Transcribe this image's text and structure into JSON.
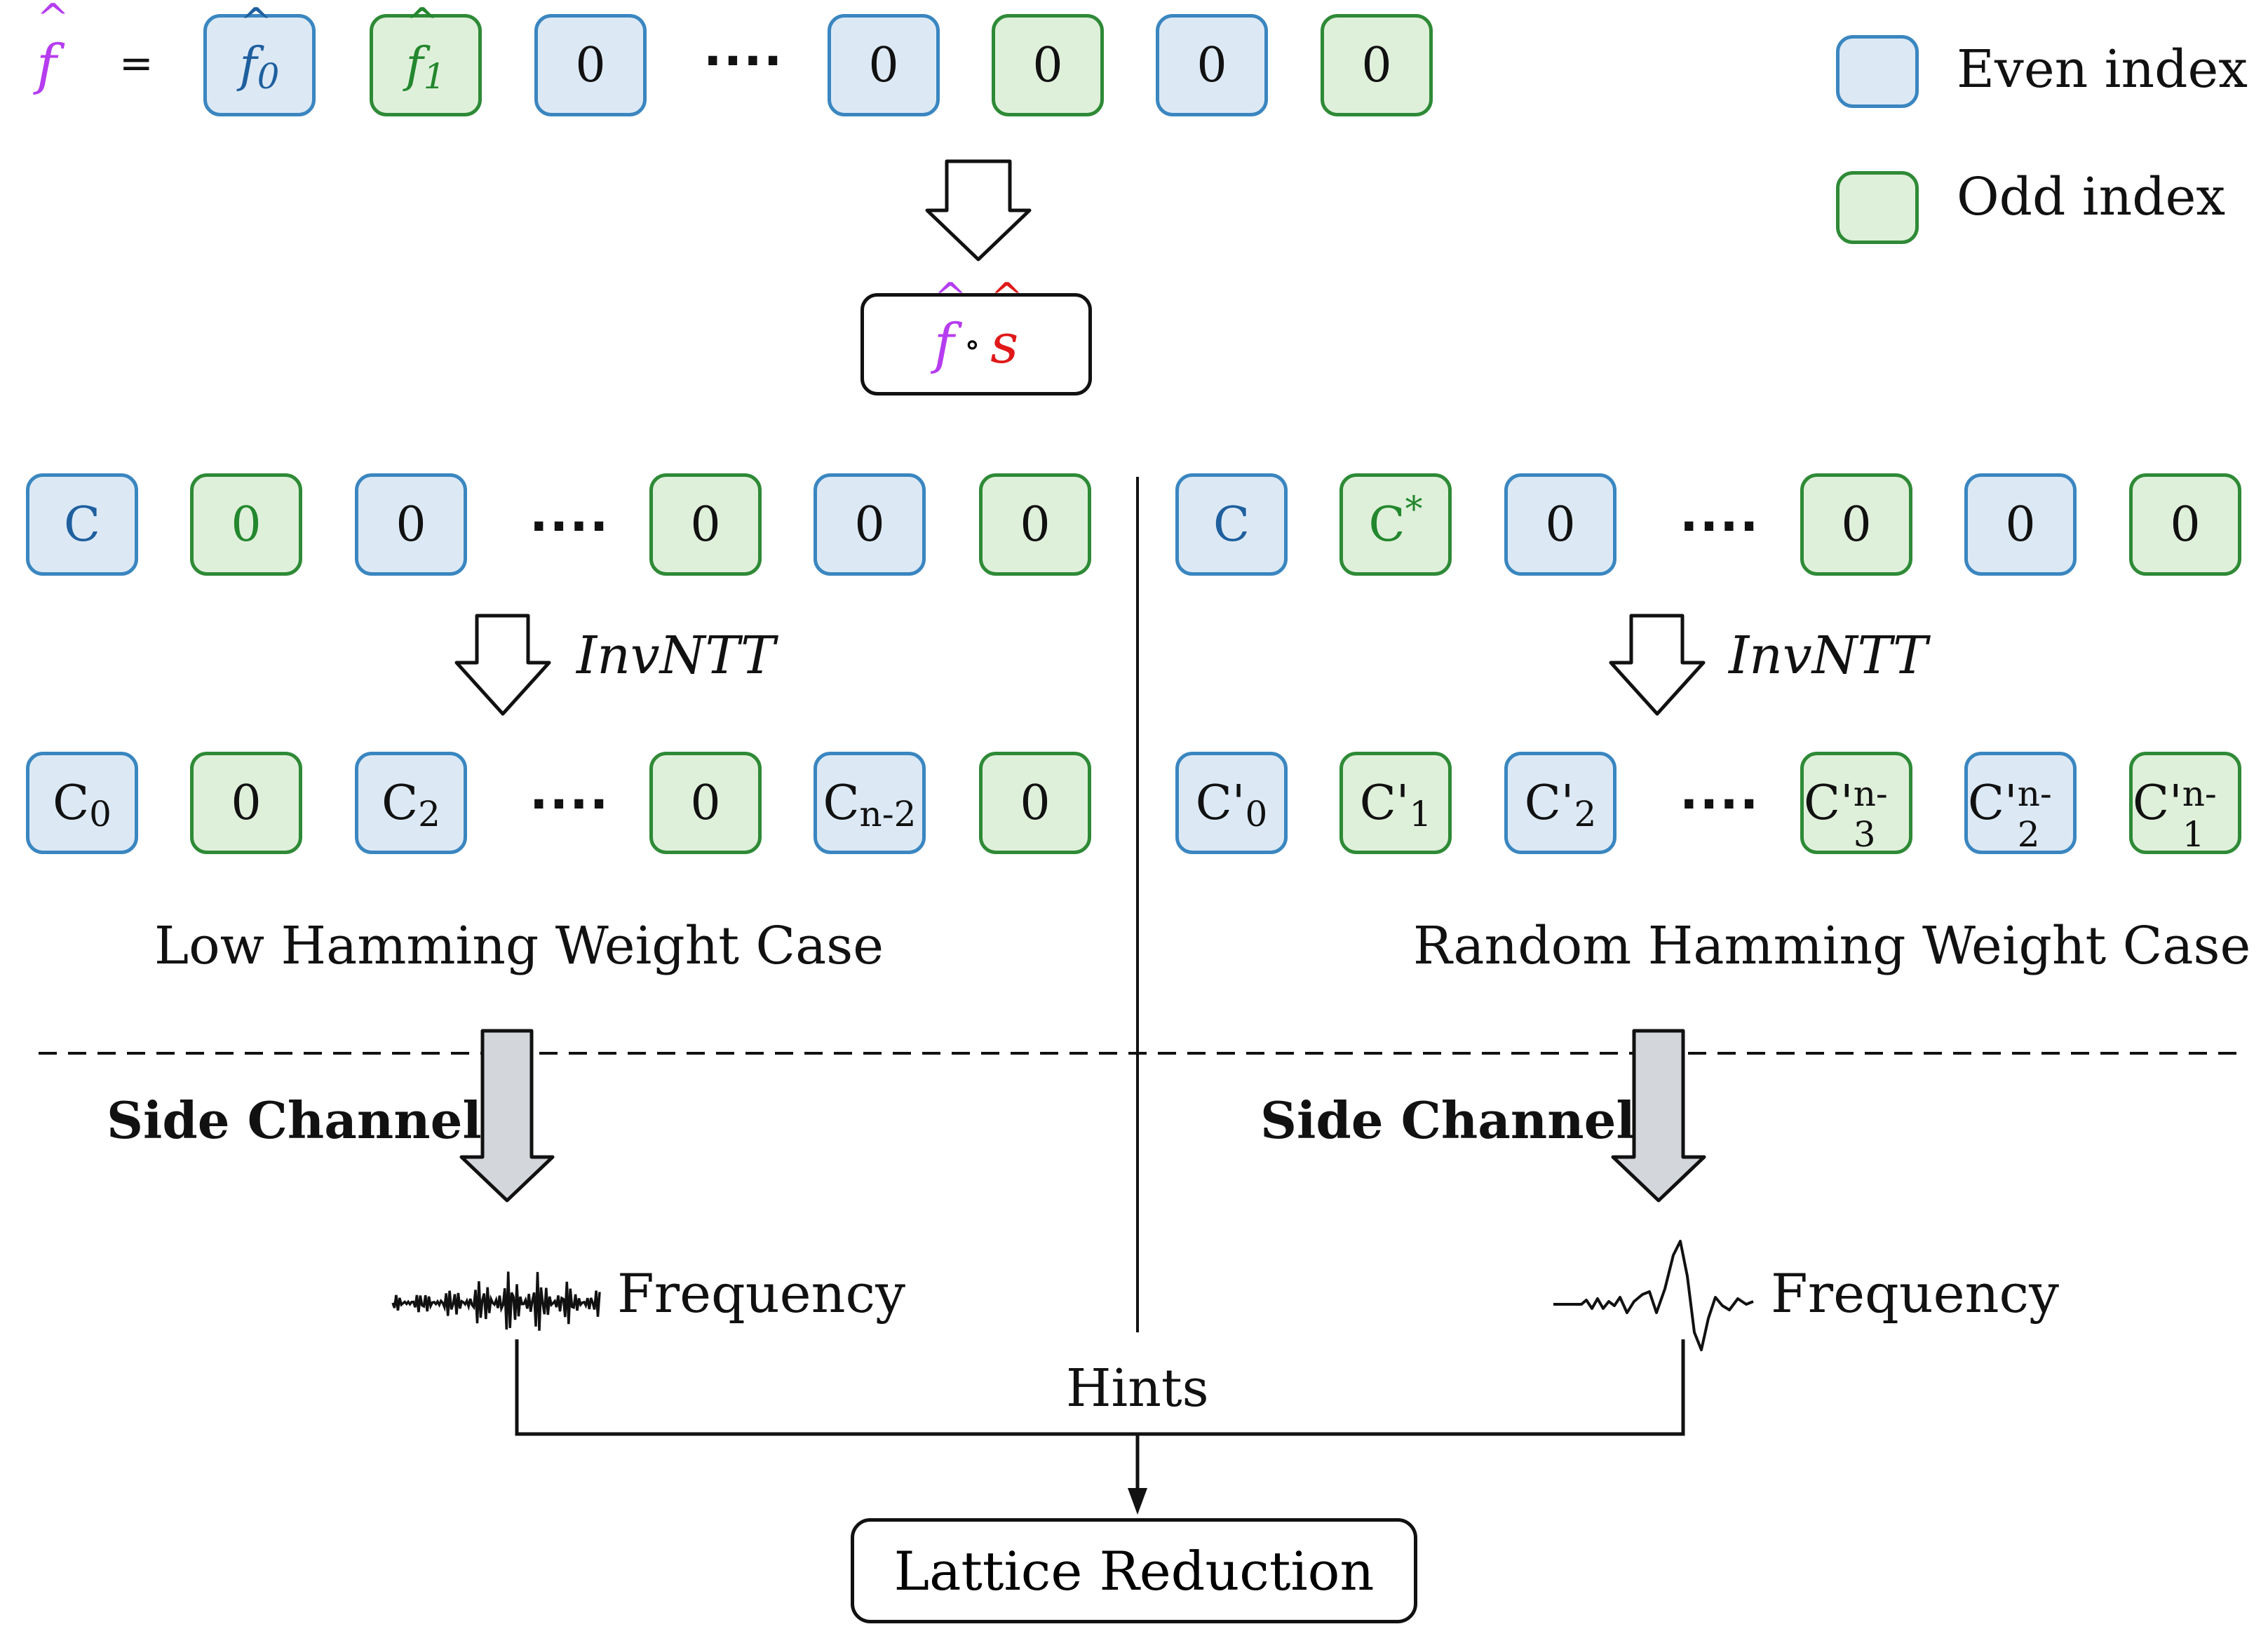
{
  "top_row": {
    "lhs": "f",
    "equals": "=",
    "cells": [
      {
        "text": "f",
        "sub": "0",
        "kind": "even",
        "hat": true
      },
      {
        "text": "f",
        "sub": "1",
        "kind": "odd",
        "hat": true
      },
      {
        "text": "0",
        "kind": "even"
      },
      {
        "text": "0",
        "kind": "even"
      },
      {
        "text": "0",
        "kind": "odd"
      },
      {
        "text": "0",
        "kind": "even"
      },
      {
        "text": "0",
        "kind": "odd"
      }
    ],
    "dots": "····"
  },
  "legend": {
    "even_label": "Even index",
    "odd_label": "Odd index",
    "even_color": "#dce9f5",
    "odd_color": "#dff0da"
  },
  "product": {
    "f": "f",
    "op": "∘",
    "s": "s"
  },
  "left": {
    "row1": [
      {
        "text": "C",
        "kind": "even"
      },
      {
        "text": "0",
        "kind": "odd"
      },
      {
        "text": "0",
        "kind": "even"
      },
      {
        "text": "0",
        "kind": "odd"
      },
      {
        "text": "0",
        "kind": "even"
      },
      {
        "text": "0",
        "kind": "odd"
      }
    ],
    "transform": "InvNTT",
    "row2": [
      {
        "text": "C",
        "sub": "0",
        "kind": "even"
      },
      {
        "text": "0",
        "kind": "odd"
      },
      {
        "text": "C",
        "sub": "2",
        "kind": "even"
      },
      {
        "text": "0",
        "kind": "odd"
      },
      {
        "text": "C",
        "sub": "n-2",
        "kind": "even"
      },
      {
        "text": "0",
        "kind": "odd"
      }
    ],
    "caption": "Low Hamming Weight Case",
    "side_channel": "Side Channel",
    "signal_label": "Frequency"
  },
  "right": {
    "row1": [
      {
        "text": "C",
        "kind": "even"
      },
      {
        "text": "C",
        "sup": "*",
        "kind": "odd"
      },
      {
        "text": "0",
        "kind": "even"
      },
      {
        "text": "0",
        "kind": "odd"
      },
      {
        "text": "0",
        "kind": "even"
      },
      {
        "text": "0",
        "kind": "odd"
      }
    ],
    "transform": "InvNTT",
    "row2": [
      {
        "text": "C'",
        "sub": "0",
        "kind": "even"
      },
      {
        "text": "C'",
        "sub": "1",
        "kind": "odd"
      },
      {
        "text": "C'",
        "sub": "2",
        "kind": "even"
      },
      {
        "text": "C'",
        "sub": "n-3",
        "kind": "odd"
      },
      {
        "text": "C'",
        "sub": "n-2",
        "kind": "even"
      },
      {
        "text": "C'",
        "sub": "n-1",
        "kind": "odd"
      }
    ],
    "caption": "Random Hamming Weight Case",
    "side_channel": "Side Channel",
    "signal_label": "Frequency"
  },
  "hints": "Hints",
  "result": "Lattice Reduction",
  "colors": {
    "even_border": "#3a86c0",
    "odd_border": "#2e8a36",
    "f_hat": "#b63cf0",
    "s_hat": "#e01818",
    "arrow_fill": "#d3d6db"
  }
}
